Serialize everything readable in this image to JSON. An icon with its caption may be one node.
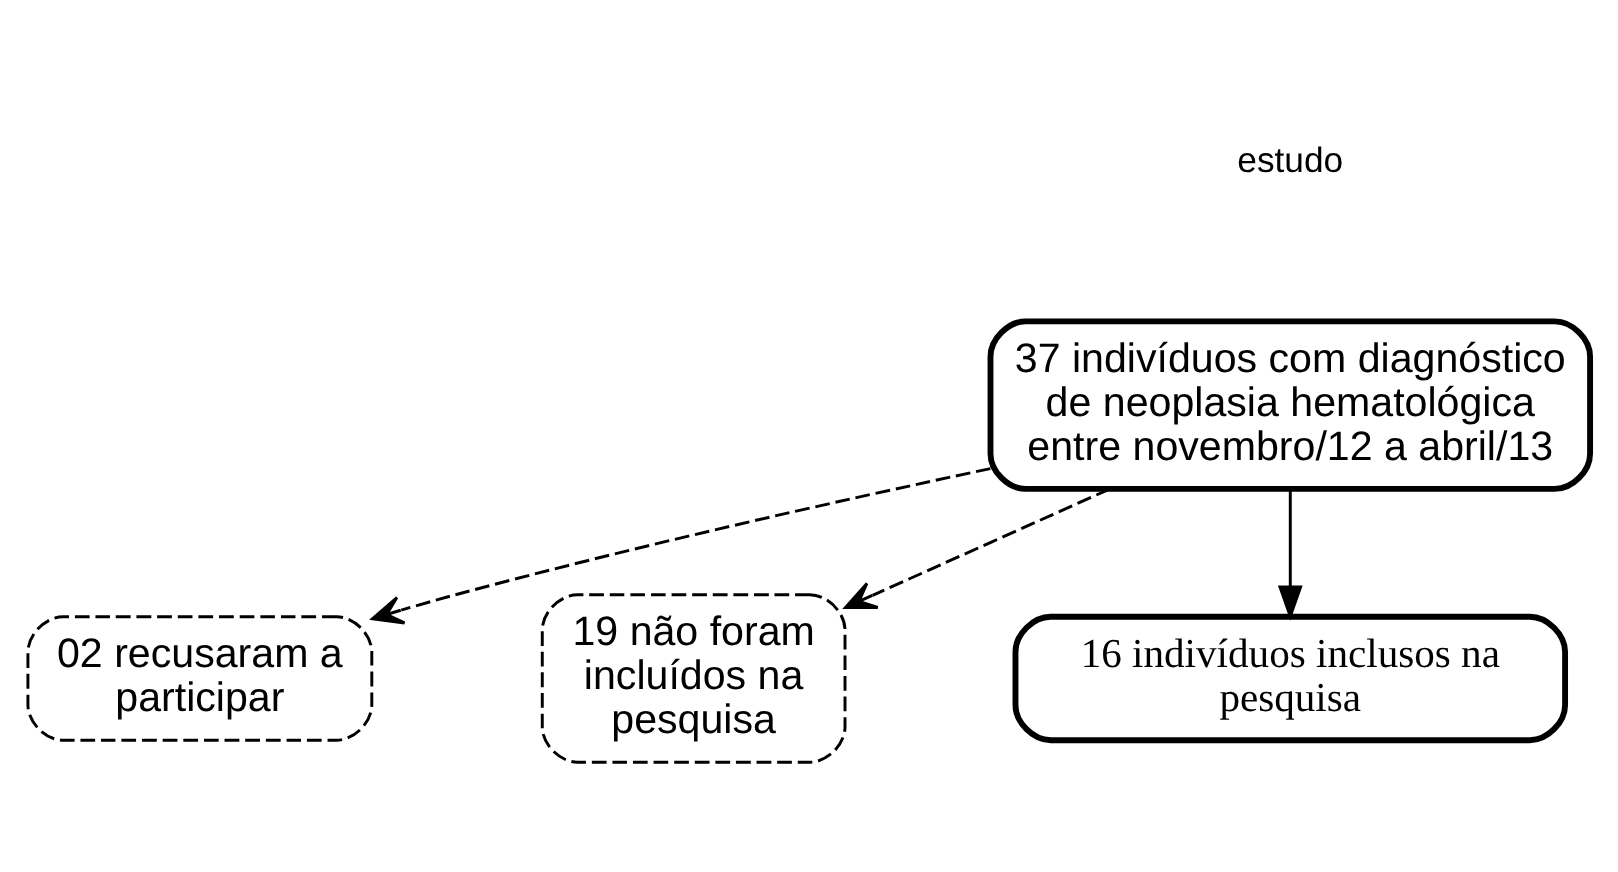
{
  "diagram": {
    "nodes": [
      {
        "text": [
          "37 indivíduos com diagnóstico de neoplasia hematológica entre novembro/12 a abril/13"
        ]
      },
      {
        "text": [
          "19 não foram incluídos na pesquisa"
        ]
      },
      {
        "text": [
          "02 recusaram a participar"
        ]
      },
      {
        "text": [
          "16 indivíduos inclusos na pesquisa"
        ]
      }
    ],
    "edges": [
      {
        "from": 0,
        "to": 3,
        "arrow": "to"
      },
      {
        "from": 0,
        "to": 1,
        "arrow": "to",
        "style": "dashed"
      },
      {
        "from": 0,
        "to": 2,
        "arrow": "to",
        "style": "dashed"
      }
    ],
    "labels": [
      "estudo"
    ]
  }
}
